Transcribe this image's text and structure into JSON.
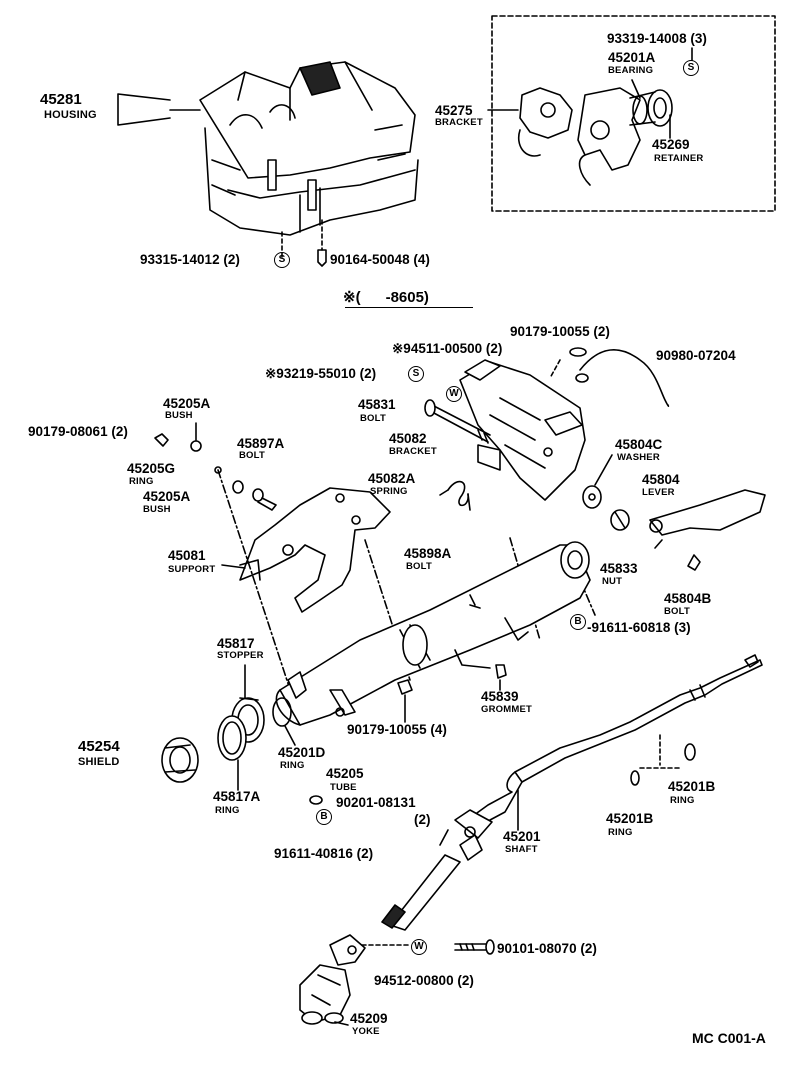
{
  "diagram": {
    "header": "※(      -8605)",
    "code": "MC  C001-A",
    "callout_letters": {
      "s": "S",
      "w": "W",
      "b": "B"
    },
    "parts": {
      "p45281": {
        "pn": "45281",
        "name": "HOUSING"
      },
      "p45275": {
        "pn": "45275",
        "name": "BRACKET"
      },
      "p93319": {
        "pn": "93319-14008 (3)"
      },
      "p45201A": {
        "pn": "45201A",
        "name": "BEARING"
      },
      "p45269": {
        "pn": "45269",
        "name": "RETAINER"
      },
      "p93315": {
        "pn": "93315-14012 (2)"
      },
      "p90164": {
        "pn": "90164-50048 (4)"
      },
      "p90179_10055_2": {
        "pn": "90179-10055 (2)"
      },
      "p94511": {
        "pn": "※94511-00500 (2)"
      },
      "p90980": {
        "pn": "90980-07204"
      },
      "p93219": {
        "pn": "※93219-55010 (2)"
      },
      "p45205A_1": {
        "pn": "45205A",
        "name": "BUSH"
      },
      "p90179_08061": {
        "pn": "90179-08061 (2)"
      },
      "p45831": {
        "pn": "45831",
        "name": "BOLT"
      },
      "p45082": {
        "pn": "45082",
        "name": "BRACKET"
      },
      "p45804C": {
        "pn": "45804C",
        "name": "WASHER"
      },
      "p45897A": {
        "pn": "45897A",
        "name": "BOLT"
      },
      "p45205G": {
        "pn": "45205G",
        "name": "RING"
      },
      "p45082A": {
        "pn": "45082A",
        "name": "SPRING"
      },
      "p45804": {
        "pn": "45804",
        "name": "LEVER"
      },
      "p45205A_2": {
        "pn": "45205A",
        "name": "BUSH"
      },
      "p45081": {
        "pn": "45081",
        "name": "SUPPORT"
      },
      "p45898A": {
        "pn": "45898A",
        "name": "BOLT"
      },
      "p45833": {
        "pn": "45833",
        "name": "NUT"
      },
      "p45804B": {
        "pn": "45804B",
        "name": "BOLT"
      },
      "p91611_60818": {
        "pn": "-91611-60818 (3)"
      },
      "p45817": {
        "pn": "45817",
        "name": "STOPPER"
      },
      "p45839": {
        "pn": "45839",
        "name": "GROMMET"
      },
      "p90179_10055_4": {
        "pn": "90179-10055 (4)"
      },
      "p45254": {
        "pn": "45254",
        "name": "SHIELD"
      },
      "p45201D": {
        "pn": "45201D",
        "name": "RING"
      },
      "p45205": {
        "pn": "45205",
        "name": "TUBE"
      },
      "p45817A": {
        "pn": "45817A",
        "name": "RING"
      },
      "p90201": {
        "pn": "90201-08131"
      },
      "p2": {
        "pn": "(2)"
      },
      "p45201B_1": {
        "pn": "45201B",
        "name": "RING"
      },
      "p45201B_2": {
        "pn": "45201B",
        "name": "RING"
      },
      "p45201": {
        "pn": "45201",
        "name": "SHAFT"
      },
      "p91611_40816": {
        "pn": "91611-40816 (2)"
      },
      "p90101": {
        "pn": "90101-08070 (2)"
      },
      "p94512": {
        "pn": "94512-00800 (2)"
      },
      "p45209": {
        "pn": "45209",
        "name": "YOKE"
      }
    }
  }
}
